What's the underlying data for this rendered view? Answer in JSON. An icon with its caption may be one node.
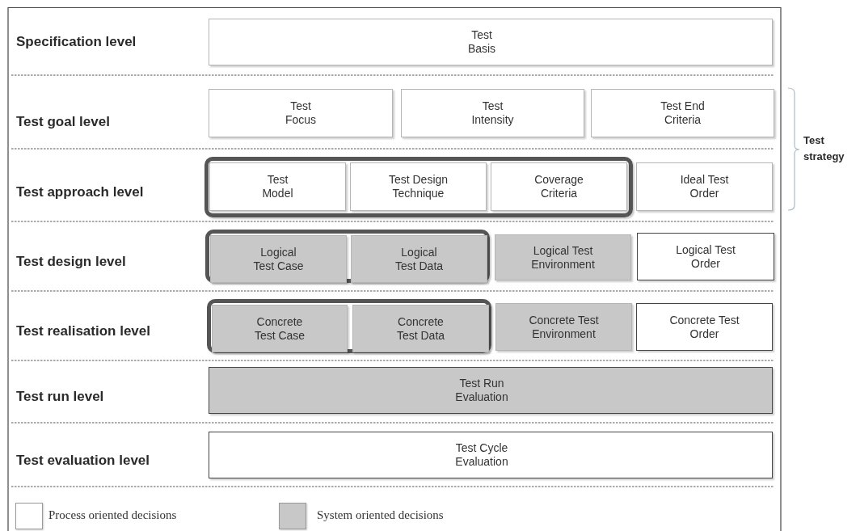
{
  "diagram": {
    "nodes": [
      {
        "text": [
          "Test Basis"
        ]
      },
      {
        "text": [
          "Test Focus"
        ]
      },
      {
        "text": [
          "Test Intensity"
        ]
      },
      {
        "text": [
          "Test End Criteria"
        ]
      },
      {
        "text": [],
        "shape": "box"
      },
      {
        "text": [
          "Test Model"
        ],
        "in": 4
      },
      {
        "text": [
          "Test Design Technique"
        ],
        "in": 4
      },
      {
        "text": [
          "Coverage Criteria"
        ],
        "in": 4
      },
      {
        "text": [
          "Ideal Test Order"
        ]
      },
      {
        "text": [],
        "shape": "box"
      },
      {
        "text": [
          "Logical Test Case"
        ],
        "in": 9
      },
      {
        "text": [
          "Logical Test Data"
        ],
        "in": 9
      },
      {
        "text": [
          "Logical Test Environment"
        ]
      },
      {
        "text": [
          "Logical Test Order"
        ]
      },
      {
        "text": [],
        "shape": "box"
      },
      {
        "text": [
          "Concrete Test Case"
        ],
        "in": 14
      },
      {
        "text": [
          "Concrete Test Data"
        ],
        "in": 14
      },
      {
        "text": [
          "Concrete Test Environment"
        ]
      },
      {
        "text": [
          "Concrete Test Order"
        ]
      },
      {
        "text": [
          "Test Run Evaluation"
        ]
      },
      {
        "text": [
          "Test Cycle Evaluation"
        ]
      }
    ],
    "edges": [],
    "labels": [
      "Specification level",
      "Test goal level",
      "Test strategy",
      "Test approach level",
      "Test design level",
      "Test realisation level",
      "Test run level",
      "Test evaluation level"
    ],
    "legend": [
      {
        "text": "Process oriented decisions",
        "color": "#ffffff"
      },
      {
        "text": "System oriented decisions",
        "color": "#c8c8c8"
      }
    ]
  }
}
